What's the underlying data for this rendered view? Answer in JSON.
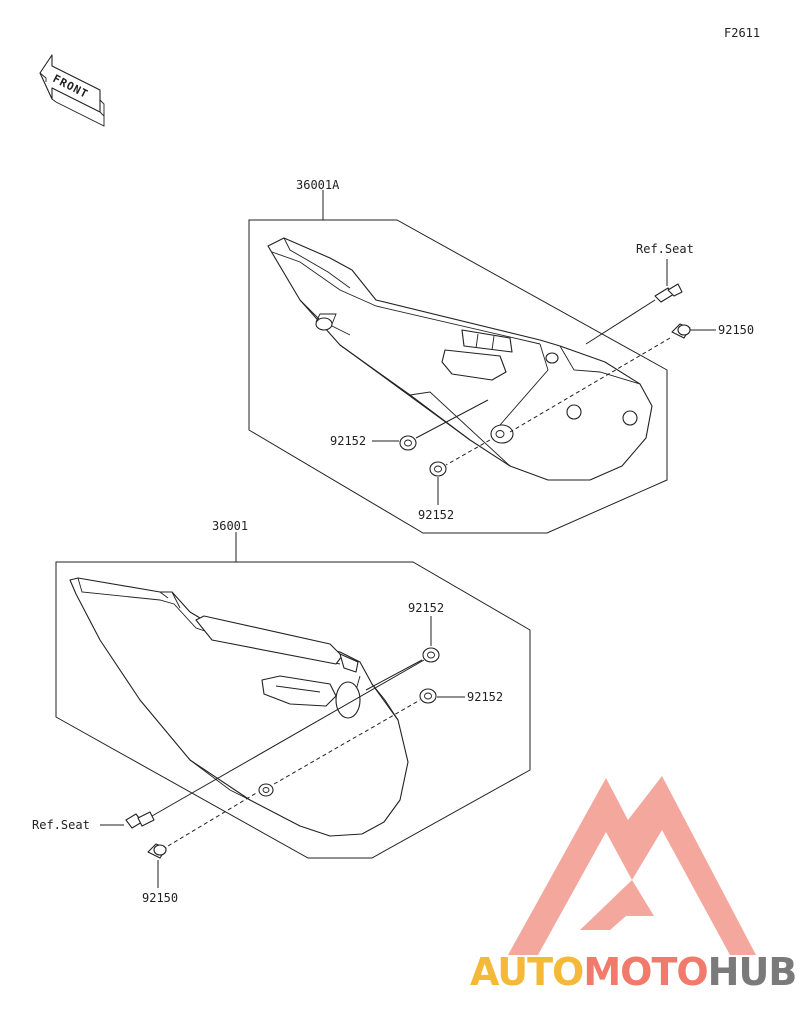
{
  "figure_code": "F2611",
  "front_label": "FRONT",
  "parts": {
    "upper_cover": "36001A",
    "lower_cover": "36001",
    "ref_seat_upper": "Ref.Seat",
    "ref_seat_lower": "Ref.Seat",
    "bolt_upper": "92150",
    "bolt_lower": "92150",
    "collar_upper_left": "92152",
    "collar_upper_bottom": "92152",
    "collar_lower_top": "92152",
    "collar_lower_right": "92152"
  },
  "watermark": {
    "word_auto": "AUTO",
    "word_moto": "MOTO",
    "word_hub": "HUB",
    "colors": {
      "auto": "#f5b93a",
      "moto": "#f27a6c",
      "hub": "#7a7a7a",
      "triangle": "#f4a79d"
    }
  }
}
